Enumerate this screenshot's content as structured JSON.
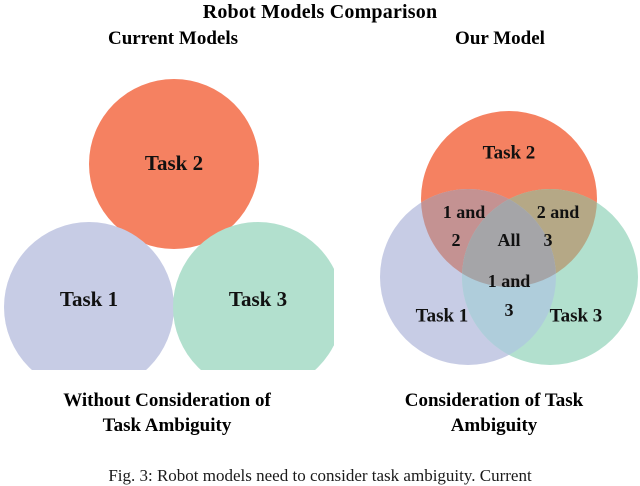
{
  "figure": {
    "title": "Robot Models Comparison",
    "caption": "Fig. 3: Robot models need to consider task ambiguity. Current"
  },
  "columns": {
    "left": {
      "header": "Current Models",
      "caption_line1": "Without Consideration of",
      "caption_line2": "Task Ambiguity"
    },
    "right": {
      "header": "Our Model",
      "caption_line1": "Consideration of Task",
      "caption_line2": "Ambiguity"
    }
  },
  "diagram_left": {
    "type": "disjoint-circles",
    "circles": [
      {
        "id": "task1",
        "label": "Task 1",
        "color": "#C7CCE5"
      },
      {
        "id": "task2",
        "label": "Task 2",
        "color": "#F58161"
      },
      {
        "id": "task3",
        "label": "Task 3",
        "color": "#B2E0CE"
      }
    ]
  },
  "diagram_right": {
    "type": "venn-3",
    "circles": [
      {
        "id": "task1",
        "label": "Task 1",
        "color": "#C7CCE5"
      },
      {
        "id": "task2",
        "label": "Task 2",
        "color": "#F58161"
      },
      {
        "id": "task3",
        "label": "Task 3",
        "color": "#B2E0CE"
      }
    ],
    "intersections": [
      {
        "id": "i12",
        "label_line1": "1 and",
        "label_line2": "2",
        "color": "#C49292"
      },
      {
        "id": "i23",
        "label_line1": "2 and",
        "label_line2": "3",
        "color": "#B5A886"
      },
      {
        "id": "i13",
        "label_line1": "1 and",
        "label_line2": "3",
        "color": "#AFCDDB"
      },
      {
        "id": "i123",
        "label_line1": "All",
        "label_line2": "",
        "color": "#A5A5A8"
      }
    ]
  },
  "palette": {
    "task1": "#C7CCE5",
    "task2": "#F58161",
    "task3": "#B2E0CE",
    "inter_12": "#C49292",
    "inter_23": "#B5A886",
    "inter_13": "#AFCDDB",
    "inter_all": "#A5A5A8",
    "background": "#FFFFFF",
    "text": "#111111"
  }
}
